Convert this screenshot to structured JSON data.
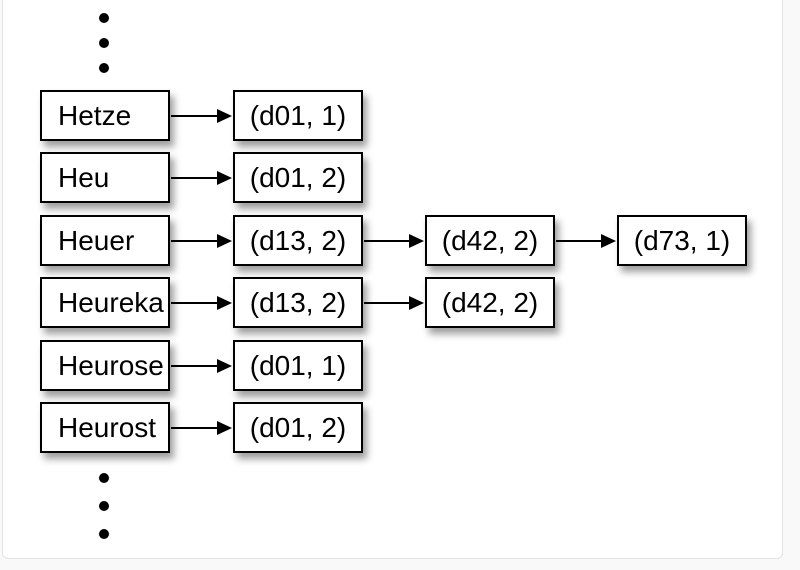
{
  "colors": {
    "outer_background": "#f9f9f9",
    "canvas_background": "#ffffff",
    "canvas_border": "#e4e4e4",
    "box_background": "#ffffff",
    "ink": "#000000"
  },
  "diagram": {
    "terms": [
      {
        "label": "Hetze",
        "postings": [
          "(d01, 1)"
        ]
      },
      {
        "label": "Heu",
        "postings": [
          "(d01, 2)"
        ]
      },
      {
        "label": "Heuer",
        "postings": [
          "(d13, 2)",
          "(d42, 2)",
          "(d73, 1)"
        ]
      },
      {
        "label": "Heureka",
        "postings": [
          "(d13, 2)",
          "(d42, 2)"
        ]
      },
      {
        "label": "Heurose",
        "postings": [
          "(d01, 1)"
        ]
      },
      {
        "label": "Heurost",
        "postings": [
          "(d01, 2)"
        ]
      }
    ]
  }
}
